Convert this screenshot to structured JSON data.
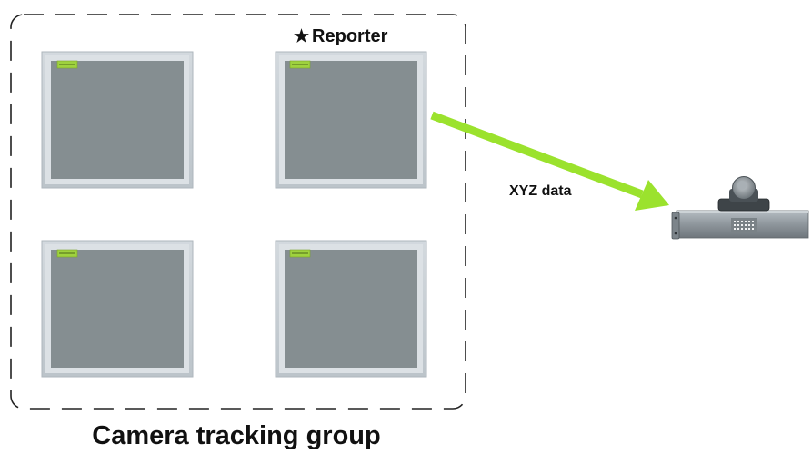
{
  "group": {
    "label": "Camera tracking group",
    "device_count": 4
  },
  "reporter": {
    "label": "Reporter",
    "marker_icon": "star-icon"
  },
  "data_flow": {
    "label": "XYZ data",
    "arrow_color": "#9BE22D"
  },
  "destination": {
    "icon": "ptz-camera-on-rack-processor-icon"
  },
  "colors": {
    "device_frame": "#C9D0D6",
    "device_screen": "#858E91",
    "device_badge": "#9FD23E",
    "boundary": "#222222"
  }
}
